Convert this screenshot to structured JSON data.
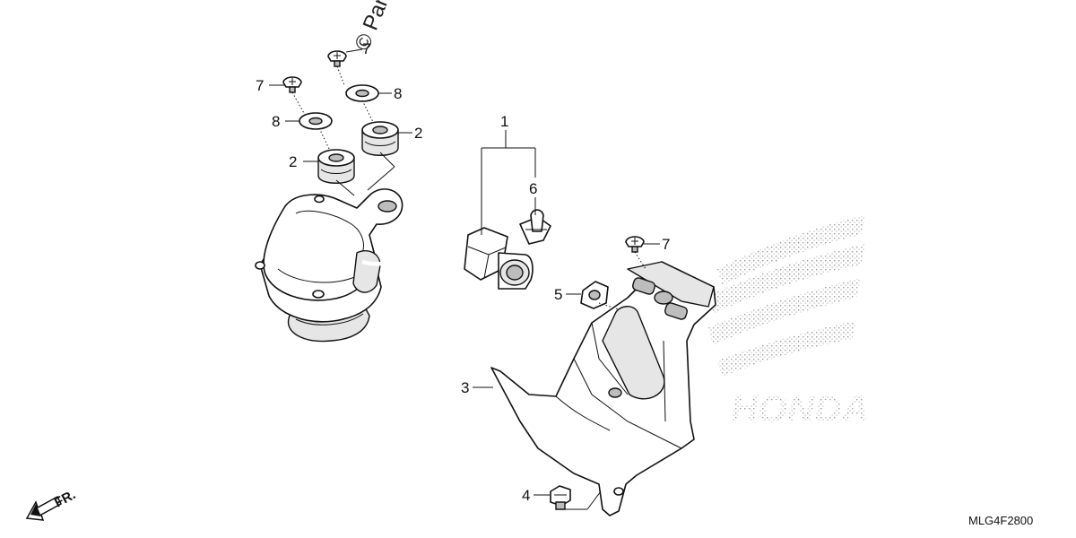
{
  "watermark": "© Parts",
  "labels": {
    "screw_top": "7",
    "screw_left": "7",
    "washer_right": "8",
    "washer_left": "8",
    "grommet_right": "2",
    "grommet_left": "2",
    "sensor_assembly": "1",
    "clip": "6",
    "screw_cover": "7",
    "nut": "5",
    "cover": "3",
    "bolt": "4"
  },
  "direction_label": "FR.",
  "diagram_code": "MLG4F2800",
  "brand_mark": "HONDA"
}
